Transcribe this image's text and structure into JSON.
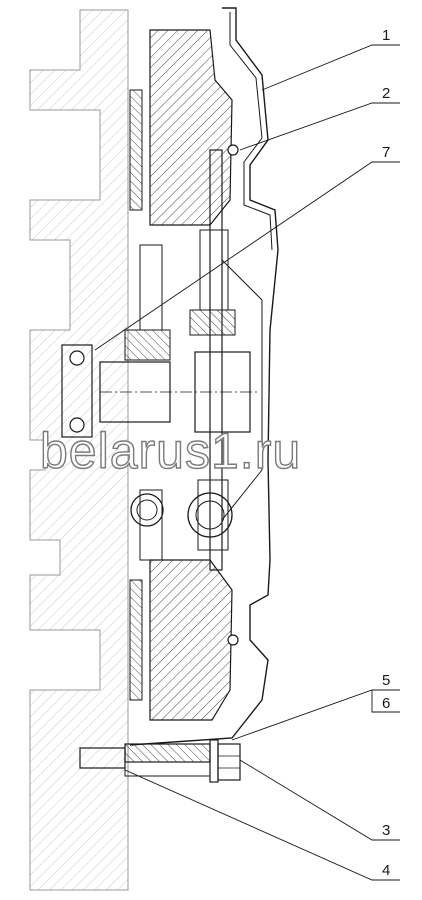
{
  "watermark": "belarus1.ru",
  "callouts": [
    "1",
    "2",
    "7",
    "5",
    "6",
    "3",
    "4"
  ],
  "colors": {
    "line": "#1a1a1a",
    "hatch": "#333333",
    "phantom": "#9a9a9a",
    "watermark_stroke": "#7a7a7a"
  }
}
